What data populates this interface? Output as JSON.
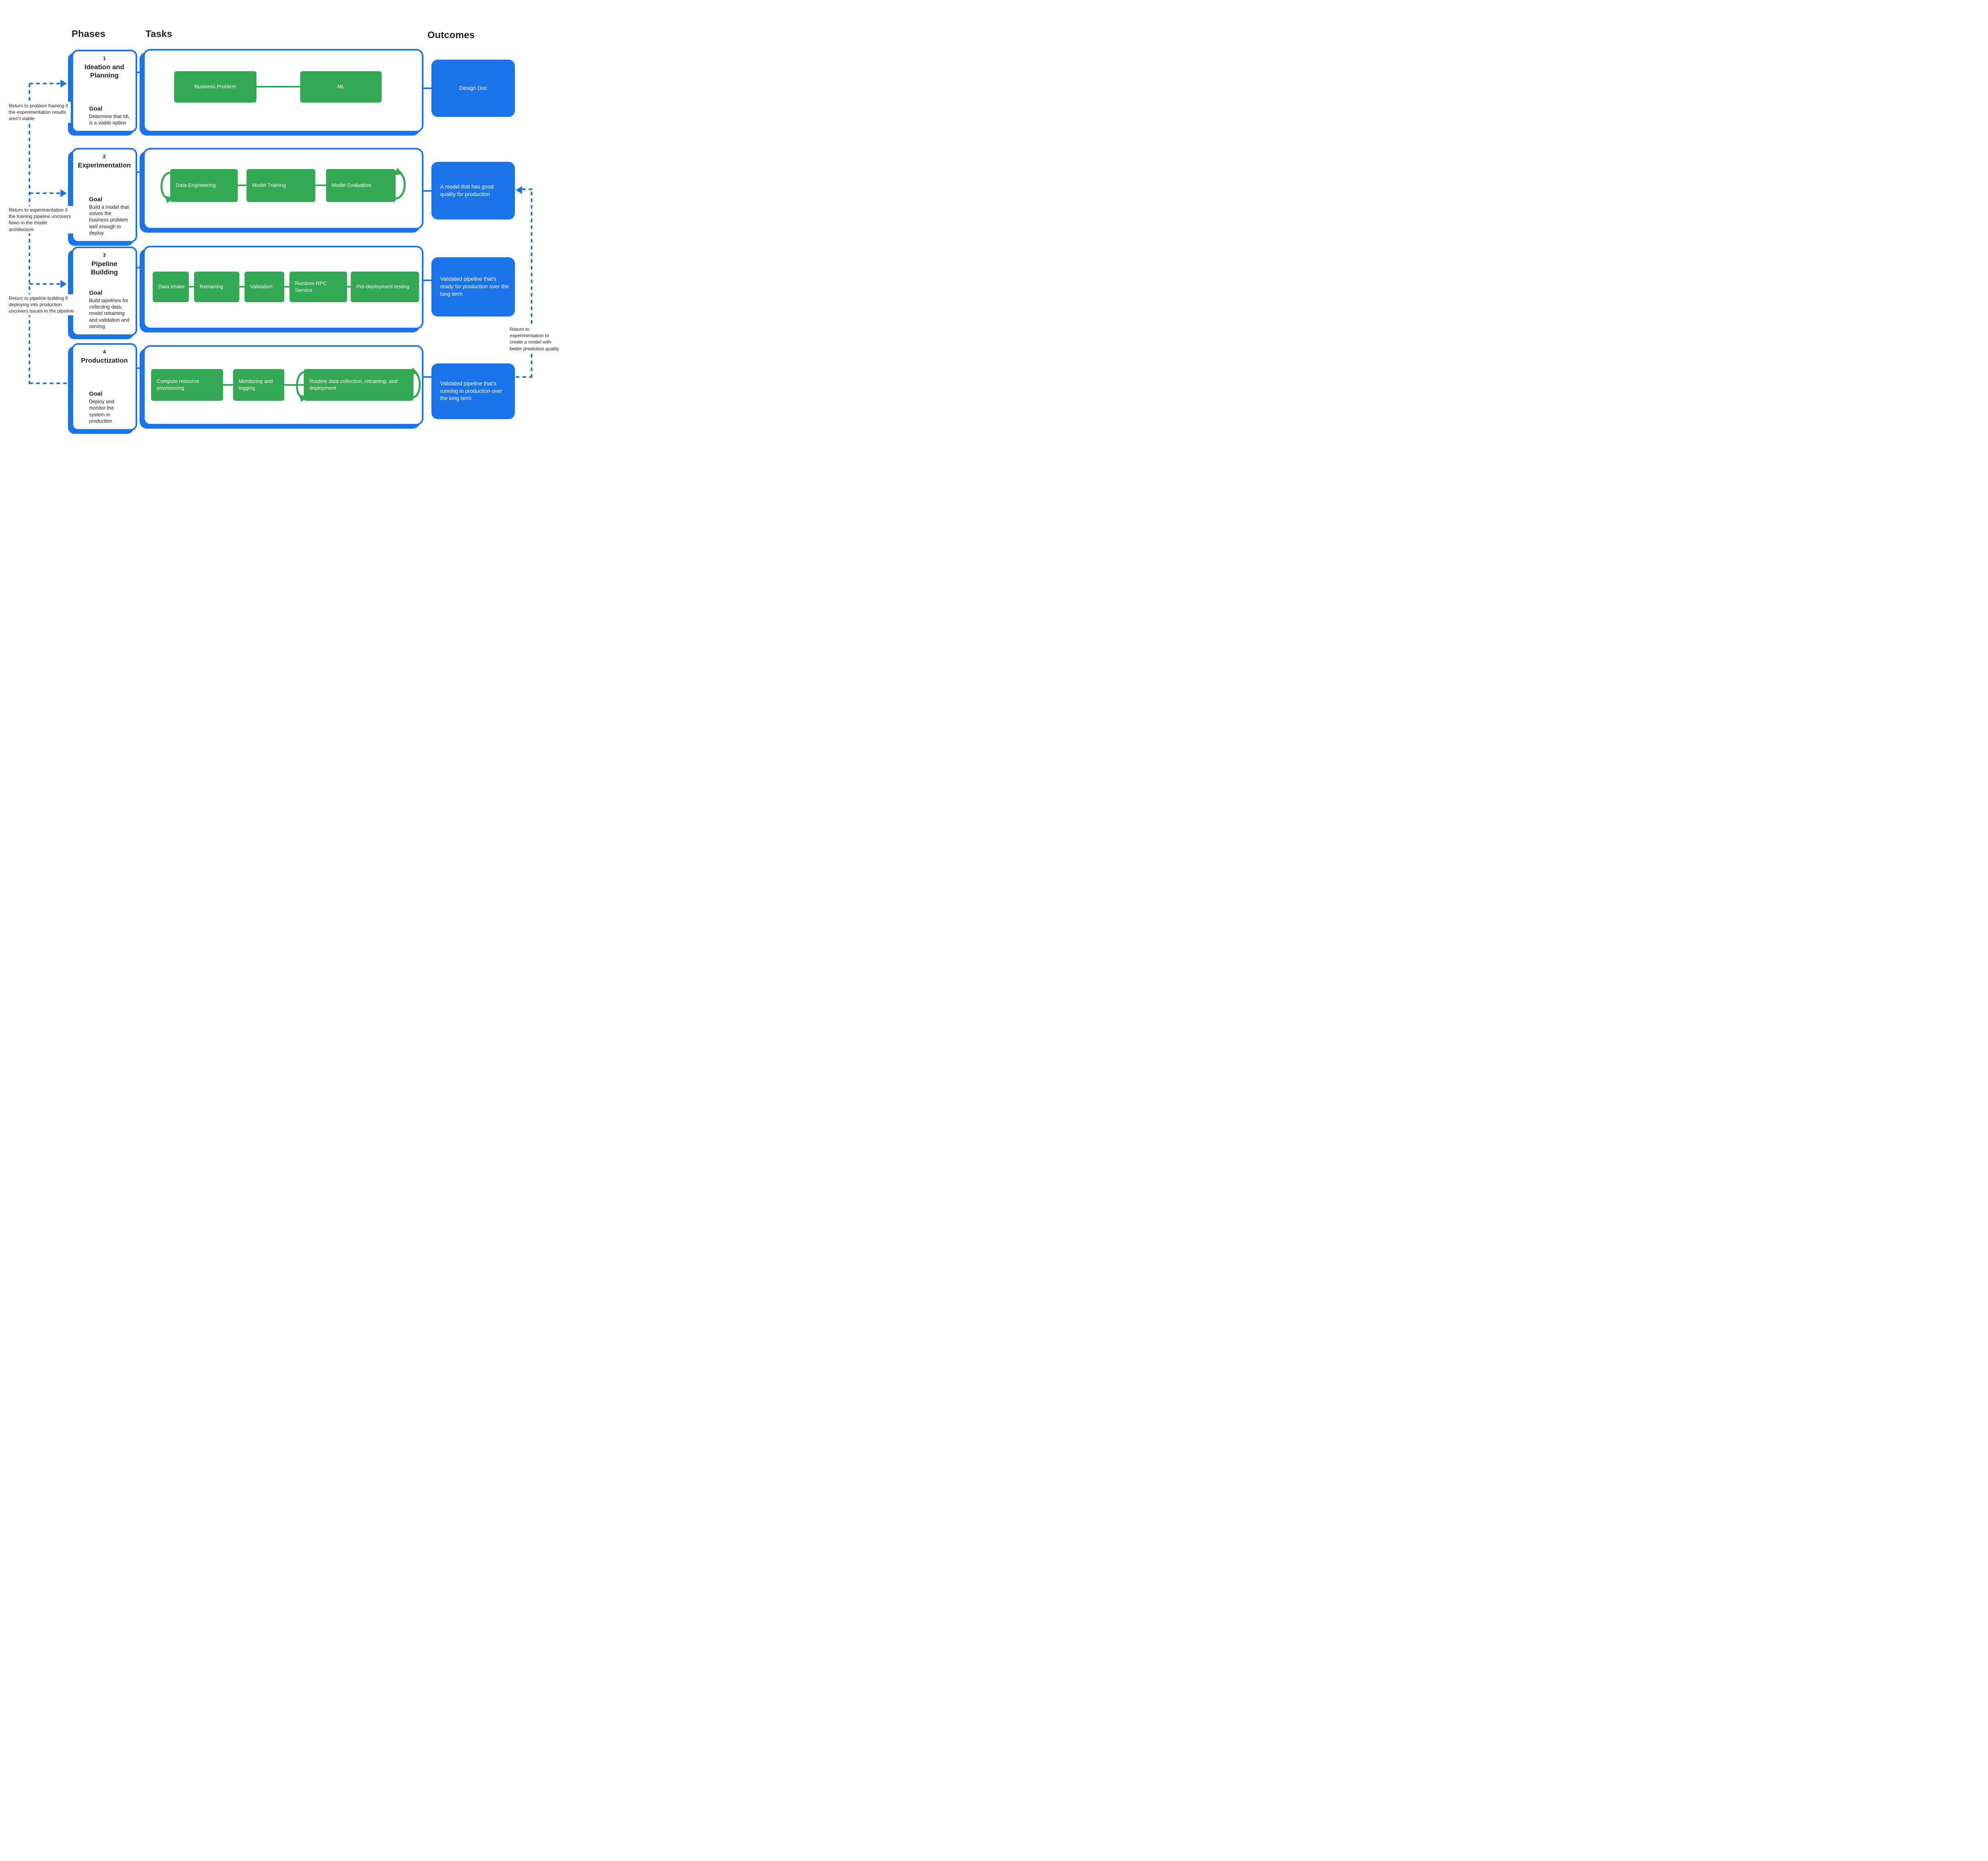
{
  "colors": {
    "green": "#34A853",
    "blue": "#1A73E8",
    "text": "#202124"
  },
  "headers": {
    "phases": "Phases",
    "tasks": "Tasks",
    "outcomes": "Outcomes"
  },
  "phases": [
    {
      "number": "1",
      "title": "Ideation and Planning",
      "goal_label": "Goal",
      "goal": "Determine that ML is a viable option",
      "tasks": [
        "Business Problem",
        "ML"
      ],
      "outcome": "Design Doc"
    },
    {
      "number": "2",
      "title": "Experimentation",
      "goal_label": "Goal",
      "goal": "Build a model that solves the business problem well enough to deploy",
      "tasks": [
        "Data Engineering",
        "Model Training",
        "Model Evaluation"
      ],
      "outcome": "A model that has good quality for production"
    },
    {
      "number": "3",
      "title": "Pipeline Building",
      "goal_label": "Goal",
      "goal": "Build pipelines for collecting data, model retraining and validation and serving",
      "tasks": [
        "Data Intake",
        "Retraining",
        "Validation",
        "Runtime RPC Service",
        "Pre-deployment testing"
      ],
      "outcome": "Validated pipeline that’s ready for production over the long term"
    },
    {
      "number": "4",
      "title": "Productization",
      "goal_label": "Goal",
      "goal": "Deploy and monitor the system in production",
      "tasks": [
        "Compute resource provisioning",
        "Monitoring and logging",
        "Routine data collection, retraining, and deployment"
      ],
      "outcome": "Validated pipeline that’s running in production over the long term"
    }
  ],
  "return_notes": {
    "left": [
      "Return to problem framing if the experimentation results aren’t viable",
      "Return to experimentation if the training pipeline uncovers flaws in the model architecture",
      "Return to pipeline building if deploying into production uncovers issues in the pipeline"
    ],
    "right": "Return to experimentation to create a model with better prediction quality"
  }
}
